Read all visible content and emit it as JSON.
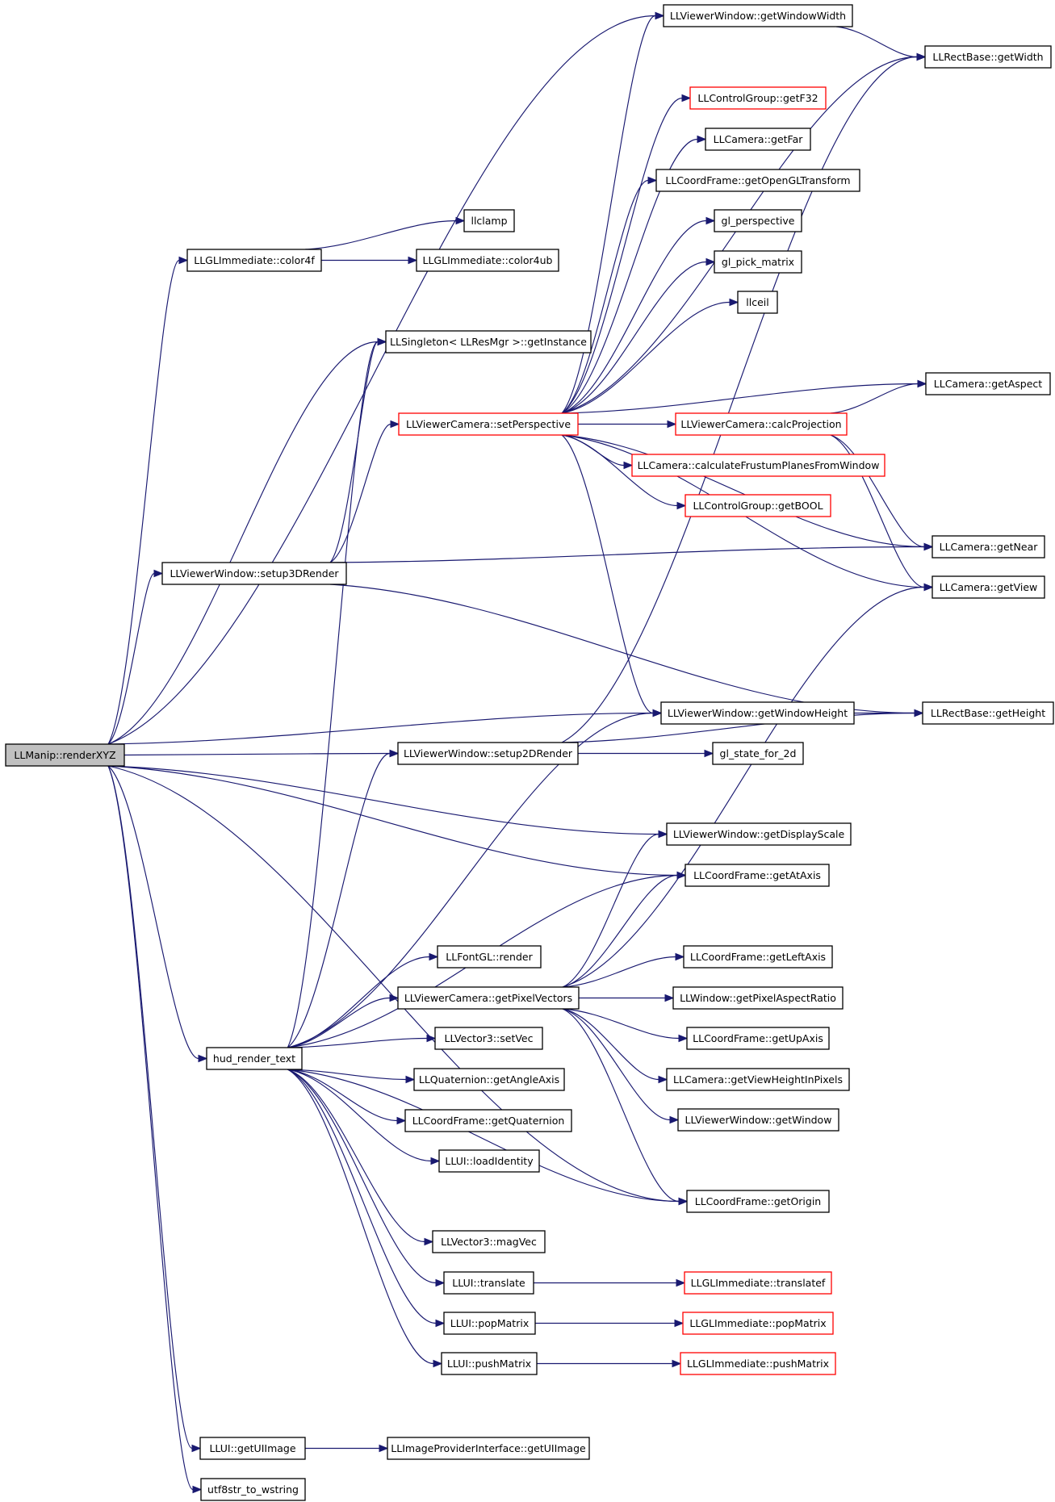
{
  "diagram": {
    "type": "call-graph",
    "colors": {
      "edge": "#191970",
      "node_border": "#000000",
      "node_border_truncated": "#ff0000",
      "root_fill": "#c0c0c0",
      "node_fill": "#ffffff"
    },
    "nodes": [
      {
        "id": "renderxyz",
        "label": "LLManip::renderXYZ",
        "root": true
      },
      {
        "id": "color4f",
        "label": "LLGLImmediate::color4f"
      },
      {
        "id": "llclamp",
        "label": "llclamp"
      },
      {
        "id": "color4ub",
        "label": "LLGLImmediate::color4ub"
      },
      {
        "id": "getinstance",
        "label": "LLSingleton< LLResMgr >::getInstance"
      },
      {
        "id": "setperspective",
        "label": "LLViewerCamera::setPerspective",
        "truncated": true
      },
      {
        "id": "setup3drender",
        "label": "LLViewerWindow::setup3DRender"
      },
      {
        "id": "getwindowwidth",
        "label": "LLViewerWindow::getWindowWidth"
      },
      {
        "id": "rect-getwidth",
        "label": "LLRectBase::getWidth"
      },
      {
        "id": "getf32",
        "label": "LLControlGroup::getF32",
        "truncated": true
      },
      {
        "id": "getfar",
        "label": "LLCamera::getFar"
      },
      {
        "id": "getopengltransform",
        "label": "LLCoordFrame::getOpenGLTransform"
      },
      {
        "id": "gl-perspective",
        "label": "gl_perspective"
      },
      {
        "id": "gl-pick-matrix",
        "label": "gl_pick_matrix"
      },
      {
        "id": "llceil",
        "label": "llceil"
      },
      {
        "id": "getaspect",
        "label": "LLCamera::getAspect"
      },
      {
        "id": "calcprojection",
        "label": "LLViewerCamera::calcProjection",
        "truncated": true
      },
      {
        "id": "calcfrustum",
        "label": "LLCamera::calculateFrustumPlanesFromWindow",
        "truncated": true
      },
      {
        "id": "getbool",
        "label": "LLControlGroup::getBOOL",
        "truncated": true
      },
      {
        "id": "getnear",
        "label": "LLCamera::getNear"
      },
      {
        "id": "getview",
        "label": "LLCamera::getView"
      },
      {
        "id": "getwindowheight",
        "label": "LLViewerWindow::getWindowHeight"
      },
      {
        "id": "rect-getheight",
        "label": "LLRectBase::getHeight"
      },
      {
        "id": "setup2drender",
        "label": "LLViewerWindow::setup2DRender"
      },
      {
        "id": "gl-state-for-2d",
        "label": "gl_state_for_2d"
      },
      {
        "id": "getdisplayscale",
        "label": "LLViewerWindow::getDisplayScale"
      },
      {
        "id": "getataxis",
        "label": "LLCoordFrame::getAtAxis"
      },
      {
        "id": "fontgl-render",
        "label": "LLFontGL::render"
      },
      {
        "id": "getleftaxis",
        "label": "LLCoordFrame::getLeftAxis"
      },
      {
        "id": "getpixelvectors",
        "label": "LLViewerCamera::getPixelVectors"
      },
      {
        "id": "getpixelaspectratio",
        "label": "LLWindow::getPixelAspectRatio"
      },
      {
        "id": "getupaxis",
        "label": "LLCoordFrame::getUpAxis"
      },
      {
        "id": "hud-render-text",
        "label": "hud_render_text"
      },
      {
        "id": "setvec",
        "label": "LLVector3::setVec"
      },
      {
        "id": "getviewheightinpixels",
        "label": "LLCamera::getViewHeightInPixels"
      },
      {
        "id": "getangleaxis",
        "label": "LLQuaternion::getAngleAxis"
      },
      {
        "id": "getwindow",
        "label": "LLViewerWindow::getWindow"
      },
      {
        "id": "getquaternion",
        "label": "LLCoordFrame::getQuaternion"
      },
      {
        "id": "loadidentity",
        "label": "LLUI::loadIdentity"
      },
      {
        "id": "getorigin",
        "label": "LLCoordFrame::getOrigin"
      },
      {
        "id": "magvec",
        "label": "LLVector3::magVec"
      },
      {
        "id": "llui-translate",
        "label": "LLUI::translate"
      },
      {
        "id": "translatef",
        "label": "LLGLImmediate::translatef",
        "truncated": true
      },
      {
        "id": "llui-popmatrix",
        "label": "LLUI::popMatrix"
      },
      {
        "id": "gl-popmatrix",
        "label": "LLGLImmediate::popMatrix",
        "truncated": true
      },
      {
        "id": "llui-pushmatrix",
        "label": "LLUI::pushMatrix"
      },
      {
        "id": "gl-pushmatrix",
        "label": "LLGLImmediate::pushMatrix",
        "truncated": true
      },
      {
        "id": "getuiimage",
        "label": "LLUI::getUIImage"
      },
      {
        "id": "imageprovider-getuiimage",
        "label": "LLImageProviderInterface::getUIImage"
      },
      {
        "id": "utf8str-to-wstring",
        "label": "utf8str_to_wstring"
      }
    ],
    "edges": [
      [
        "renderxyz",
        "color4f"
      ],
      [
        "renderxyz",
        "getinstance"
      ],
      [
        "renderxyz",
        "setup3drender"
      ],
      [
        "renderxyz",
        "getwindowwidth"
      ],
      [
        "renderxyz",
        "getwindowheight"
      ],
      [
        "renderxyz",
        "setup2drender"
      ],
      [
        "renderxyz",
        "getdisplayscale"
      ],
      [
        "renderxyz",
        "getataxis"
      ],
      [
        "renderxyz",
        "hud-render-text"
      ],
      [
        "renderxyz",
        "getorigin"
      ],
      [
        "renderxyz",
        "getuiimage"
      ],
      [
        "renderxyz",
        "utf8str-to-wstring"
      ],
      [
        "color4f",
        "llclamp"
      ],
      [
        "color4f",
        "color4ub"
      ],
      [
        "setup3drender",
        "getinstance"
      ],
      [
        "setup3drender",
        "setperspective"
      ],
      [
        "setup3drender",
        "getnear"
      ],
      [
        "setup3drender",
        "rect-getheight"
      ],
      [
        "getwindowwidth",
        "rect-getwidth"
      ],
      [
        "setperspective",
        "getwindowwidth"
      ],
      [
        "setperspective",
        "rect-getwidth"
      ],
      [
        "setperspective",
        "getf32"
      ],
      [
        "setperspective",
        "getfar"
      ],
      [
        "setperspective",
        "getopengltransform"
      ],
      [
        "setperspective",
        "gl-perspective"
      ],
      [
        "setperspective",
        "gl-pick-matrix"
      ],
      [
        "setperspective",
        "llceil"
      ],
      [
        "setperspective",
        "getaspect"
      ],
      [
        "setperspective",
        "calcprojection"
      ],
      [
        "setperspective",
        "calcfrustum"
      ],
      [
        "setperspective",
        "getbool"
      ],
      [
        "setperspective",
        "getnear"
      ],
      [
        "setperspective",
        "getview"
      ],
      [
        "setperspective",
        "getwindowheight"
      ],
      [
        "calcprojection",
        "getaspect"
      ],
      [
        "calcprojection",
        "getnear"
      ],
      [
        "calcprojection",
        "getview"
      ],
      [
        "getwindowheight",
        "rect-getheight"
      ],
      [
        "setup2drender",
        "rect-getwidth"
      ],
      [
        "setup2drender",
        "gl-state-for-2d"
      ],
      [
        "setup2drender",
        "rect-getheight"
      ],
      [
        "getpixelvectors",
        "getview"
      ],
      [
        "getpixelvectors",
        "getdisplayscale"
      ],
      [
        "getpixelvectors",
        "getataxis"
      ],
      [
        "getpixelvectors",
        "getleftaxis"
      ],
      [
        "getpixelvectors",
        "getpixelaspectratio"
      ],
      [
        "getpixelvectors",
        "getupaxis"
      ],
      [
        "getpixelvectors",
        "getviewheightinpixels"
      ],
      [
        "getpixelvectors",
        "getwindow"
      ],
      [
        "getpixelvectors",
        "getorigin"
      ],
      [
        "hud-render-text",
        "getinstance"
      ],
      [
        "hud-render-text",
        "setup2drender"
      ],
      [
        "hud-render-text",
        "getwindowheight"
      ],
      [
        "hud-render-text",
        "getataxis"
      ],
      [
        "hud-render-text",
        "fontgl-render"
      ],
      [
        "hud-render-text",
        "getpixelvectors"
      ],
      [
        "hud-render-text",
        "setvec"
      ],
      [
        "hud-render-text",
        "getangleaxis"
      ],
      [
        "hud-render-text",
        "getquaternion"
      ],
      [
        "hud-render-text",
        "loadidentity"
      ],
      [
        "hud-render-text",
        "getorigin"
      ],
      [
        "hud-render-text",
        "magvec"
      ],
      [
        "hud-render-text",
        "llui-translate"
      ],
      [
        "hud-render-text",
        "llui-popmatrix"
      ],
      [
        "hud-render-text",
        "llui-pushmatrix"
      ],
      [
        "llui-translate",
        "translatef"
      ],
      [
        "llui-popmatrix",
        "gl-popmatrix"
      ],
      [
        "llui-pushmatrix",
        "gl-pushmatrix"
      ],
      [
        "getuiimage",
        "imageprovider-getuiimage"
      ]
    ]
  }
}
